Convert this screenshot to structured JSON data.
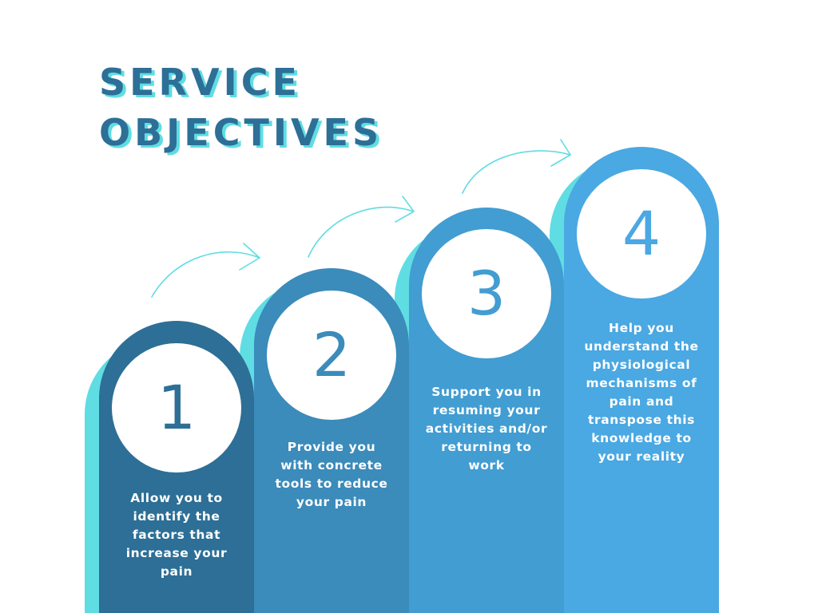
{
  "title": {
    "line1": "SERVICE",
    "line2": "OBJECTIVES"
  },
  "colors": {
    "title": "#2d6f96",
    "title_shadow": "#5fdde3",
    "accent_turquoise": "#5fdde3",
    "step1": "#2d6f96",
    "step2": "#3b8bbb",
    "step3": "#429dd2",
    "step4": "#4aa8e2"
  },
  "steps": [
    {
      "number": "1",
      "text": "Allow you to identify the factors that increase your pain"
    },
    {
      "number": "2",
      "text": "Provide you with concrete tools to reduce your pain"
    },
    {
      "number": "3",
      "text": "Support you in resuming your activities and/or returning to work"
    },
    {
      "number": "4",
      "text": "Help you understand the physiological mechanisms of pain and transpose this knowledge to your reality"
    }
  ],
  "icons": {
    "connector": "curved-arrow-icon"
  }
}
